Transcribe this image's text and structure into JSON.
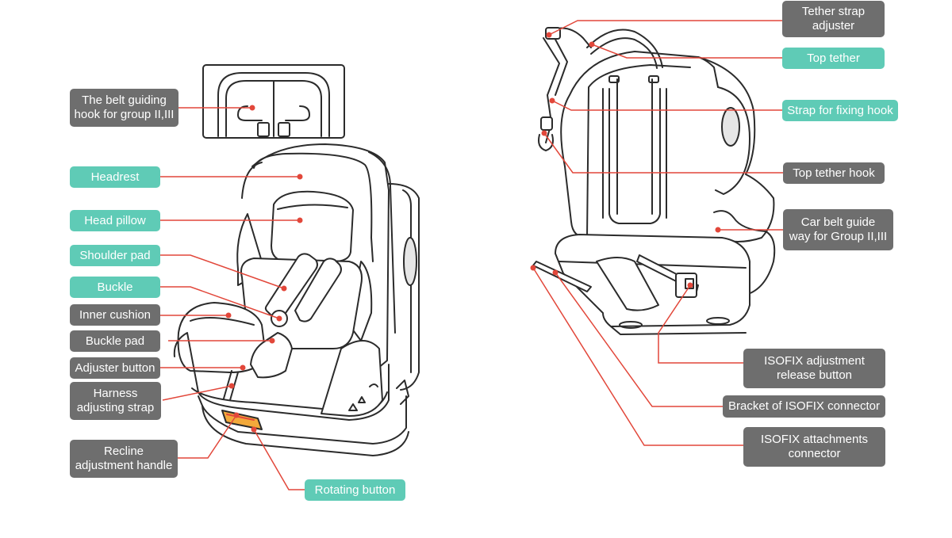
{
  "colors": {
    "leader": "#e2473a",
    "label_gray": "#6e6e6e",
    "label_teal": "#5fcbb6",
    "outline": "#2b2b2b",
    "shade": "#e6e6e6"
  },
  "left_labels": {
    "belt_guiding_hook": {
      "line1": "The belt guiding",
      "line2": "hook for group II,III"
    },
    "headrest": "Headrest",
    "head_pillow": "Head pillow",
    "shoulder_pad": "Shoulder pad",
    "buckle": "Buckle",
    "inner_cushion": "Inner cushion",
    "buckle_pad": "Buckle pad",
    "adjuster_button": "Adjuster button",
    "harness_strap": {
      "line1": "Harness",
      "line2": "adjusting strap"
    },
    "recline_handle": {
      "line1": "Recline",
      "line2": "adjustment handle"
    },
    "rotating_button": "Rotating button"
  },
  "right_labels": {
    "tether_strap_adjuster": {
      "line1": "Tether strap",
      "line2": "adjuster"
    },
    "top_tether": "Top tether",
    "strap_fixing_hook": "Strap for fixing hook",
    "top_tether_hook": "Top tether hook",
    "car_belt_guide": {
      "line1": "Car belt guide",
      "line2": "way for Group II,III"
    },
    "isofix_release": {
      "line1": "ISOFIX adjustment",
      "line2": "release button"
    },
    "isofix_bracket": "Bracket of ISOFIX connector",
    "isofix_attachments": {
      "line1": "ISOFIX attachments",
      "line2": "connector"
    }
  }
}
